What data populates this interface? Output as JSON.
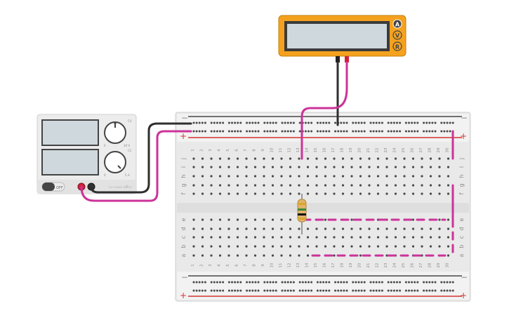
{
  "multimeter": {
    "modes": [
      "A",
      "V",
      "R"
    ],
    "accent": "#f4a21e",
    "display_color": "#cfd8dc"
  },
  "power_supply": {
    "knob1_max": "30 V",
    "knob2_max": "5 A",
    "knob1_min": "0",
    "knob2_min": "0",
    "knob_ch1": "CV",
    "knob_ch2": "CC",
    "off_label": "OFF",
    "brand_text": "DC POWER SUPPLY"
  },
  "breadboard": {
    "rows_top": [
      "j",
      "i",
      "h",
      "g",
      "f"
    ],
    "rows_bottom": [
      "e",
      "d",
      "c",
      "b",
      "a"
    ],
    "columns": 30,
    "rail_minus": "−",
    "rail_plus": "+",
    "rail_red": "#d33333",
    "rail_black": "#444444"
  },
  "wires": {
    "magenta": "#cc3399",
    "black": "#2e2e2e"
  },
  "resistor": {
    "bands": [
      "#d9a62e",
      "#3a8a3a",
      "#111111",
      "#d9a62e"
    ]
  }
}
